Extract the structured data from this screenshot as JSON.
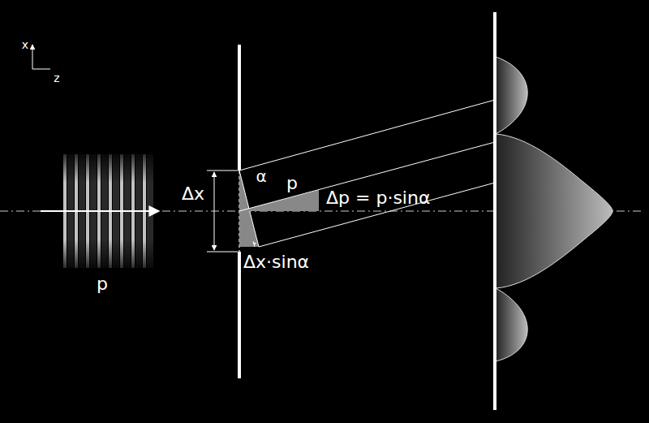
{
  "diagram": {
    "labels": [
      "x",
      "z",
      "Δx",
      "α",
      "p",
      "Δp = p·sinα",
      "Δx·sinα",
      "p"
    ]
  }
}
